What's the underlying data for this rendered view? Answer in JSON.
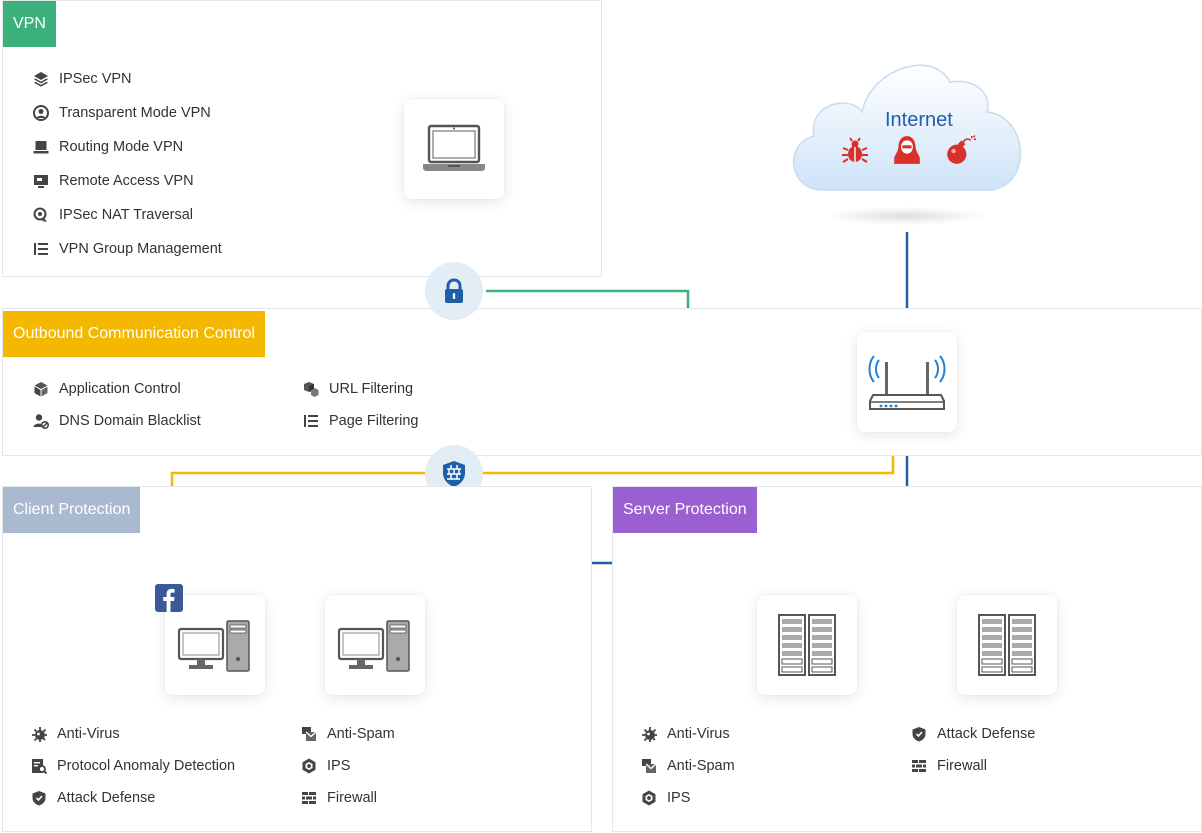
{
  "vpn": {
    "label": "VPN",
    "color": "#3bb07b",
    "items": [
      {
        "label": "IPSec VPN",
        "icon": "layers-icon"
      },
      {
        "label": "Transparent Mode VPN",
        "icon": "user-globe-icon"
      },
      {
        "label": "Routing Mode VPN",
        "icon": "laptop-icon"
      },
      {
        "label": "Remote Access VPN",
        "icon": "monitor-icon"
      },
      {
        "label": "IPSec NAT Traversal",
        "icon": "globe-pin-icon"
      },
      {
        "label": "VPN Group Management",
        "icon": "list-icon"
      }
    ]
  },
  "outbound": {
    "label": "Outbound Communication Control",
    "color": "#f5b800",
    "items": [
      {
        "label": "Application Control",
        "icon": "cube-icon"
      },
      {
        "label": "DNS Domain Blacklist",
        "icon": "user-block-icon"
      },
      {
        "label": "URL Filtering",
        "icon": "boxes-icon"
      },
      {
        "label": "Page Filtering",
        "icon": "list-icon"
      }
    ]
  },
  "client": {
    "label": "Client Protection",
    "color": "#a9b9cf",
    "items": [
      {
        "label": "Anti-Virus",
        "icon": "virus-icon"
      },
      {
        "label": "Protocol Anomaly Detection",
        "icon": "document-search-icon"
      },
      {
        "label": "Attack Defense",
        "icon": "shield-icon"
      },
      {
        "label": "Anti-Spam",
        "icon": "mail-stack-icon"
      },
      {
        "label": "IPS",
        "icon": "hexagon-icon"
      },
      {
        "label": "Firewall",
        "icon": "brick-wall-icon"
      }
    ]
  },
  "server": {
    "label": "Server Protection",
    "color": "#9a5fd0",
    "items": [
      {
        "label": "Anti-Virus",
        "icon": "virus-icon"
      },
      {
        "label": "Anti-Spam",
        "icon": "mail-stack-icon"
      },
      {
        "label": "IPS",
        "icon": "hexagon-icon"
      },
      {
        "label": "Attack Defense",
        "icon": "shield-icon"
      },
      {
        "label": "Firewall",
        "icon": "brick-wall-icon"
      }
    ]
  },
  "internet": {
    "label": "Internet",
    "threat_icons": [
      "bug-icon",
      "hacker-icon",
      "bomb-icon"
    ]
  },
  "colors": {
    "vpn_line": "#3bb07b",
    "outbound_line": "#f5b800",
    "network_line": "#1f5fa8",
    "threat": "#d9302c",
    "social": "#3b5998"
  }
}
